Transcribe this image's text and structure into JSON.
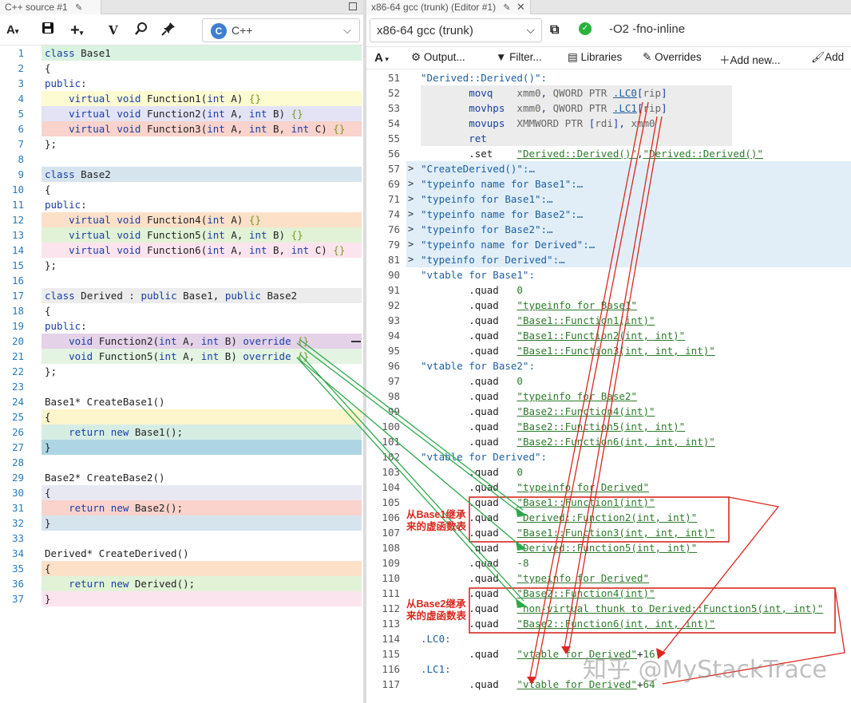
{
  "left_pane": {
    "tab_title": "C++ source #1",
    "tab_icon": "pencil-icon",
    "toolbar": {
      "font_button": "A",
      "save_icon": "save-icon",
      "add_button": "+",
      "vim_button": "V",
      "search_icon": "search-icon",
      "pin_icon": "pin-icon",
      "language_logo": "C",
      "language": "C++"
    },
    "lines": [
      {
        "n": "1",
        "t": "class Base1",
        "bg": "#d9f2e1"
      },
      {
        "n": "2",
        "t": "{",
        "bg": ""
      },
      {
        "n": "3",
        "t": "public:",
        "bg": ""
      },
      {
        "n": "4",
        "t": "    virtual void Function1(int A) {}",
        "bg": "#fcfbd2"
      },
      {
        "n": "5",
        "t": "    virtual void Function2(int A, int B) {}",
        "bg": "#e3e3f5"
      },
      {
        "n": "6",
        "t": "    virtual void Function3(int A, int B, int C) {}",
        "bg": "#f9d3cc"
      },
      {
        "n": "7",
        "t": "};",
        "bg": ""
      },
      {
        "n": "8",
        "t": "",
        "bg": ""
      },
      {
        "n": "9",
        "t": "class Base2",
        "bg": "#d6e4ee"
      },
      {
        "n": "10",
        "t": "{",
        "bg": ""
      },
      {
        "n": "11",
        "t": "public:",
        "bg": ""
      },
      {
        "n": "12",
        "t": "    virtual void Function4(int A) {}",
        "bg": "#fde0c8"
      },
      {
        "n": "13",
        "t": "    virtual void Function5(int A, int B) {}",
        "bg": "#e1f2d6"
      },
      {
        "n": "14",
        "t": "    virtual void Function6(int A, int B, int C) {}",
        "bg": "#fce4ee"
      },
      {
        "n": "15",
        "t": "};",
        "bg": ""
      },
      {
        "n": "16",
        "t": "",
        "bg": ""
      },
      {
        "n": "17",
        "t": "class Derived : public Base1, public Base2",
        "bg": "#ececec"
      },
      {
        "n": "18",
        "t": "{",
        "bg": ""
      },
      {
        "n": "19",
        "t": "public:",
        "bg": ""
      },
      {
        "n": "20",
        "t": "    void Function2(int A, int B) override {}",
        "bg": "#e4d2e8"
      },
      {
        "n": "21",
        "t": "    void Function5(int A, int B) override {}",
        "bg": "#e3f4e3"
      },
      {
        "n": "22",
        "t": "};",
        "bg": ""
      },
      {
        "n": "23",
        "t": "",
        "bg": ""
      },
      {
        "n": "24",
        "t": "Base1* CreateBase1()",
        "bg": ""
      },
      {
        "n": "25",
        "t": "{",
        "bg": "#fdf5cc"
      },
      {
        "n": "26",
        "t": "    return new Base1();",
        "bg": "#d6ede4"
      },
      {
        "n": "27",
        "t": "}",
        "bg": "#aed5e4"
      },
      {
        "n": "28",
        "t": "",
        "bg": ""
      },
      {
        "n": "29",
        "t": "Base2* CreateBase2()",
        "bg": ""
      },
      {
        "n": "30",
        "t": "{",
        "bg": "#e8e8f2"
      },
      {
        "n": "31",
        "t": "    return new Base2();",
        "bg": "#f9d3cc"
      },
      {
        "n": "32",
        "t": "}",
        "bg": "#d6e4ee"
      },
      {
        "n": "33",
        "t": "",
        "bg": ""
      },
      {
        "n": "34",
        "t": "Derived* CreateDerived()",
        "bg": ""
      },
      {
        "n": "35",
        "t": "{",
        "bg": "#fde0c8"
      },
      {
        "n": "36",
        "t": "    return new Derived();",
        "bg": "#e1f2d6"
      },
      {
        "n": "37",
        "t": "}",
        "bg": "#fce4ee"
      }
    ]
  },
  "right_pane": {
    "tab_title": "x86-64 gcc (trunk) (Editor #1)",
    "tab_icon": "pencil-icon",
    "close_icon": "close-icon",
    "compiler": "x86-64 gcc (trunk)",
    "compiler_options": "-O2 -fno-inline",
    "status_icon": "check-icon",
    "popout_icon": "external-link-icon",
    "menu": {
      "font": "A",
      "output": "Output...",
      "filter": "Filter...",
      "libraries": "Libraries",
      "overrides": "Overrides",
      "add_new": "Add new...",
      "add": "Add"
    },
    "asm_lines": [
      {
        "n": "51",
        "t": "\"Derived::Derived()\":",
        "k": "label",
        "fold": "",
        "bg": ""
      },
      {
        "n": "52",
        "t": "        movq    xmm0, QWORD PTR .LC0[rip]",
        "k": "ins",
        "fold": "",
        "bg": "#ececec"
      },
      {
        "n": "53",
        "t": "        movhps  xmm0, QWORD PTR .LC1[rip]",
        "k": "ins",
        "fold": "",
        "bg": "#ececec"
      },
      {
        "n": "54",
        "t": "        movups  XMMWORD PTR [rdi], xmm0",
        "k": "ins",
        "fold": "",
        "bg": "#ececec"
      },
      {
        "n": "55",
        "t": "        ret",
        "k": "ins",
        "fold": "",
        "bg": "#ececec"
      },
      {
        "n": "56",
        "t": "        .set    \"Derived::Derived()\",\"Derived::Derived()\"",
        "k": "dir",
        "fold": "",
        "bg": ""
      },
      {
        "n": "57",
        "t": "\"CreateDerived()\":…",
        "k": "label",
        "fold": ">",
        "bg": "#e1eef8"
      },
      {
        "n": "69",
        "t": "\"typeinfo name for Base1\":…",
        "k": "label",
        "fold": ">",
        "bg": "#e1eef8"
      },
      {
        "n": "71",
        "t": "\"typeinfo for Base1\":…",
        "k": "label",
        "fold": ">",
        "bg": "#e1eef8"
      },
      {
        "n": "74",
        "t": "\"typeinfo name for Base2\":…",
        "k": "label",
        "fold": ">",
        "bg": "#e1eef8"
      },
      {
        "n": "76",
        "t": "\"typeinfo for Base2\":…",
        "k": "label",
        "fold": ">",
        "bg": "#e1eef8"
      },
      {
        "n": "79",
        "t": "\"typeinfo name for Derived\":…",
        "k": "label",
        "fold": ">",
        "bg": "#e1eef8"
      },
      {
        "n": "81",
        "t": "\"typeinfo for Derived\":…",
        "k": "label",
        "fold": ">",
        "bg": "#e1eef8"
      },
      {
        "n": "90",
        "t": "\"vtable for Base1\":",
        "k": "label",
        "fold": "",
        "bg": ""
      },
      {
        "n": "91",
        "t": "        .quad   0",
        "k": "dir",
        "fold": "",
        "bg": ""
      },
      {
        "n": "92",
        "t": "        .quad   \"typeinfo for Base1\"",
        "k": "dir",
        "fold": "",
        "bg": ""
      },
      {
        "n": "93",
        "t": "        .quad   \"Base1::Function1(int)\"",
        "k": "dir",
        "fold": "",
        "bg": ""
      },
      {
        "n": "94",
        "t": "        .quad   \"Base1::Function2(int, int)\"",
        "k": "dir",
        "fold": "",
        "bg": ""
      },
      {
        "n": "95",
        "t": "        .quad   \"Base1::Function3(int, int, int)\"",
        "k": "dir",
        "fold": "",
        "bg": ""
      },
      {
        "n": "96",
        "t": "\"vtable for Base2\":",
        "k": "label",
        "fold": "",
        "bg": ""
      },
      {
        "n": "97",
        "t": "        .quad   0",
        "k": "dir",
        "fold": "",
        "bg": ""
      },
      {
        "n": "98",
        "t": "        .quad   \"typeinfo for Base2\"",
        "k": "dir",
        "fold": "",
        "bg": ""
      },
      {
        "n": "99",
        "t": "        .quad   \"Base2::Function4(int)\"",
        "k": "dir",
        "fold": "",
        "bg": ""
      },
      {
        "n": "100",
        "t": "        .quad   \"Base2::Function5(int, int)\"",
        "k": "dir",
        "fold": "",
        "bg": ""
      },
      {
        "n": "101",
        "t": "        .quad   \"Base2::Function6(int, int, int)\"",
        "k": "dir",
        "fold": "",
        "bg": ""
      },
      {
        "n": "102",
        "t": "\"vtable for Derived\":",
        "k": "label",
        "fold": "",
        "bg": ""
      },
      {
        "n": "103",
        "t": "        .quad   0",
        "k": "dir",
        "fold": "",
        "bg": ""
      },
      {
        "n": "104",
        "t": "        .quad   \"typeinfo for Derived\"",
        "k": "dir",
        "fold": "",
        "bg": ""
      },
      {
        "n": "105",
        "t": "        .quad   \"Base1::Function1(int)\"",
        "k": "dir",
        "fold": "",
        "bg": ""
      },
      {
        "n": "106",
        "t": "        .quad   \"Derived::Function2(int, int)\"",
        "k": "dir",
        "fold": "",
        "bg": ""
      },
      {
        "n": "107",
        "t": "        .quad   \"Base1::Function3(int, int, int)\"",
        "k": "dir",
        "fold": "",
        "bg": ""
      },
      {
        "n": "108",
        "t": "        .quad   \"Derived::Function5(int, int)\"",
        "k": "dir",
        "fold": "",
        "bg": ""
      },
      {
        "n": "109",
        "t": "        .quad   -8",
        "k": "dir",
        "fold": "",
        "bg": ""
      },
      {
        "n": "110",
        "t": "        .quad   \"typeinfo for Derived\"",
        "k": "dir",
        "fold": "",
        "bg": ""
      },
      {
        "n": "111",
        "t": "        .quad   \"Base2::Function4(int)\"",
        "k": "dir",
        "fold": "",
        "bg": ""
      },
      {
        "n": "112",
        "t": "        .quad   \"non-virtual thunk to Derived::Function5(int, int)\"",
        "k": "dir",
        "fold": "",
        "bg": ""
      },
      {
        "n": "113",
        "t": "        .quad   \"Base2::Function6(int, int, int)\"",
        "k": "dir",
        "fold": "",
        "bg": ""
      },
      {
        "n": "114",
        "t": ".LC0:",
        "k": "label",
        "fold": "",
        "bg": ""
      },
      {
        "n": "115",
        "t": "        .quad   \"vtable for Derived\"+16",
        "k": "dir",
        "fold": "",
        "bg": ""
      },
      {
        "n": "116",
        "t": ".LC1:",
        "k": "label",
        "fold": "",
        "bg": ""
      },
      {
        "n": "117",
        "t": "        .quad   \"vtable for Derived\"+64",
        "k": "dir",
        "fold": "",
        "bg": ""
      }
    ]
  },
  "annotations": {
    "note_base1": [
      "从Base1继承",
      "来的虚函数表"
    ],
    "note_base2": [
      "从Base2继承",
      "来的虚函数表"
    ],
    "watermark": "知乎 @MyStackTrace",
    "red": "#d9281f",
    "green": "#2fa84a"
  }
}
